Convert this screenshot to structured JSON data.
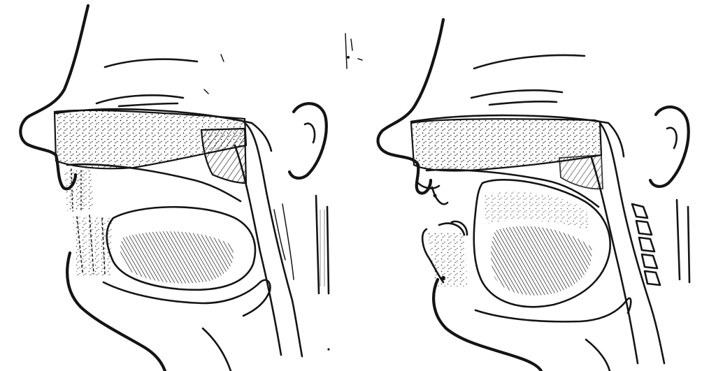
{
  "figure": {
    "panels": [
      {
        "id": "left",
        "subject": "sagittal-head-section"
      },
      {
        "id": "right",
        "subject": "sagittal-head-section"
      }
    ],
    "colors": {
      "ink": "#141414",
      "paper": "#ffffff"
    }
  }
}
